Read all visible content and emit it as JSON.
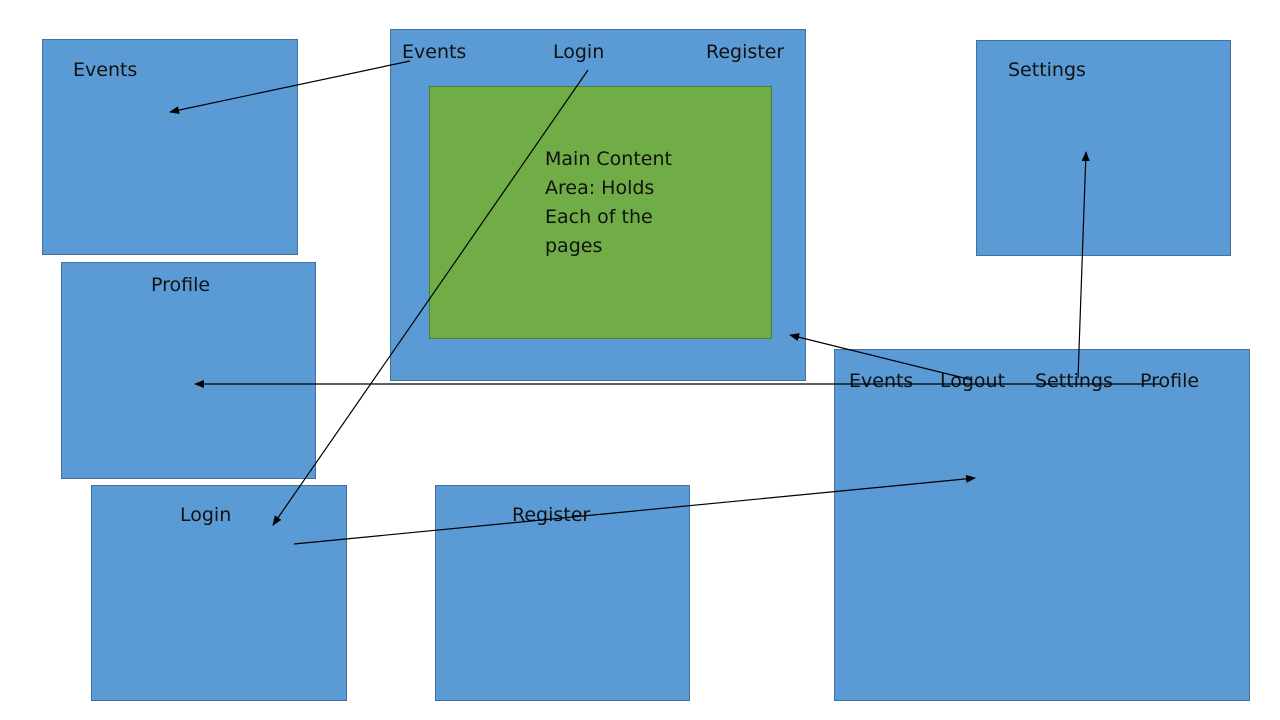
{
  "colors": {
    "box_fill": "#5b9bd5",
    "box_border": "#41719c",
    "main_fill": "#70ad47",
    "main_border": "#507e32",
    "arrow": "#000000"
  },
  "home": {
    "nav": {
      "events": "Events",
      "login": "Login",
      "register": "Register"
    },
    "main_content": "Main Content Area: Holds Each of the pages"
  },
  "logged_in": {
    "nav": {
      "events": "Events",
      "logout": "Logout",
      "settings": "Settings",
      "profile": "Profile"
    }
  },
  "pages": {
    "events": "Events",
    "settings": "Settings",
    "profile": "Profile",
    "login": "Login",
    "register": "Register"
  }
}
